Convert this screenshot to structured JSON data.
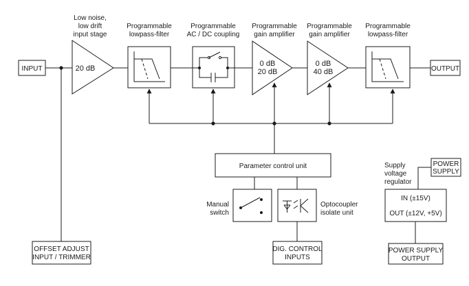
{
  "labels": {
    "input": "INPUT",
    "output": "OUTPUT",
    "stage1_title": [
      "Low noise,",
      "low drift",
      "input stage"
    ],
    "stage1_gain": "20 dB",
    "lpf1_title": [
      "Programmable",
      "lowpass-filter"
    ],
    "coupling_title": [
      "Programmable",
      "AC / DC coupling"
    ],
    "amp1_title": [
      "Programmable",
      "gain amplifier"
    ],
    "amp1_gains": [
      "0 dB",
      "20 dB"
    ],
    "amp2_title": [
      "Programmable",
      "gain amplifier"
    ],
    "amp2_gains": [
      "0 dB",
      "40 dB"
    ],
    "lpf2_title": [
      "Programmable",
      "lowpass-filter"
    ],
    "param_unit": "Parameter control unit",
    "manual_switch": [
      "Manual",
      "switch"
    ],
    "optocoupler": [
      "Optocoupler",
      "isolate unit"
    ],
    "offset_adjust": [
      "OFFSET ADJUST",
      "INPUT / TRIMMER"
    ],
    "dig_control": [
      "DIG. CONTROL",
      "INPUTS"
    ],
    "supply_regulator": [
      "Supply",
      "voltage",
      "regulator"
    ],
    "power_supply": [
      "POWER",
      "SUPPLY"
    ],
    "reg_in": "IN (±15V)",
    "reg_out": "OUT (±12V, +5V)",
    "power_supply_output": [
      "POWER SUPPLY",
      "OUTPUT"
    ]
  }
}
